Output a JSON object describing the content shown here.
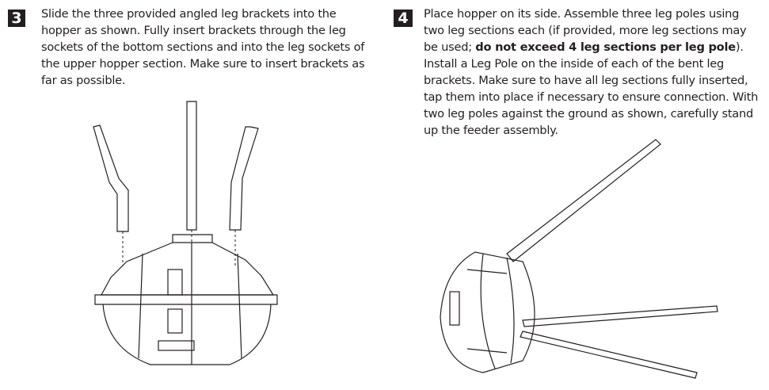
{
  "steps": [
    {
      "number": "3",
      "text": "Slide the three provided angled leg brackets into the hopper as shown. Fully insert brackets through the leg sockets of the bottom sections and into the leg sockets of the upper hopper section. Make sure to insert brackets as far as possible."
    },
    {
      "number": "4",
      "text_before_bold": "Place hopper on its side. Assemble three leg poles using two leg sections each (if provided, more leg sections may be used; ",
      "bold_text": "do not exceed 4 leg sections per leg pole",
      "text_after_bold": "). Install a Leg Pole on the inside of each of the bent leg brackets.  Make sure to have all leg sections fully inserted, tap them into place if necessary to ensure connection. With two leg poles against the ground as shown, carefully stand up the feeder assembly."
    }
  ]
}
